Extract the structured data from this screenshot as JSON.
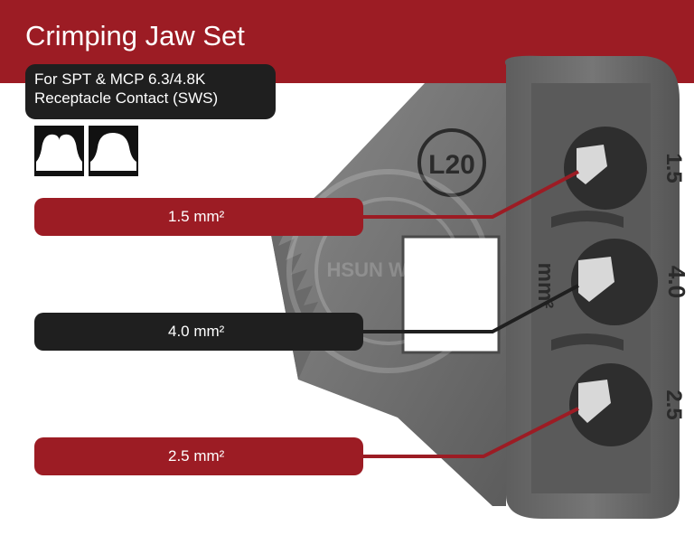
{
  "header": {
    "title": "Crimping Jaw Set",
    "subtitle_line1": "For SPT & MCP 6.3/4.8K",
    "subtitle_line2": "Receptacle Contact (SWS)"
  },
  "die": {
    "model_stamp": "L20",
    "unit_stamp": "mm²",
    "cavity_stamps": [
      "1.5",
      "4.0",
      "2.5"
    ],
    "watermark": "HSUN WANG"
  },
  "callouts": [
    {
      "label": "1.5 mm²",
      "color": "#9c1c24"
    },
    {
      "label": "4.0 mm²",
      "color": "#1f1f1f"
    },
    {
      "label": "2.5 mm²",
      "color": "#9c1c24"
    }
  ],
  "icons": [
    "crimp-profile-double-icon",
    "crimp-profile-single-icon"
  ],
  "colors": {
    "brand_red": "#9c1c24",
    "dark": "#1f1f1f",
    "steel": "#6e6e6e"
  }
}
